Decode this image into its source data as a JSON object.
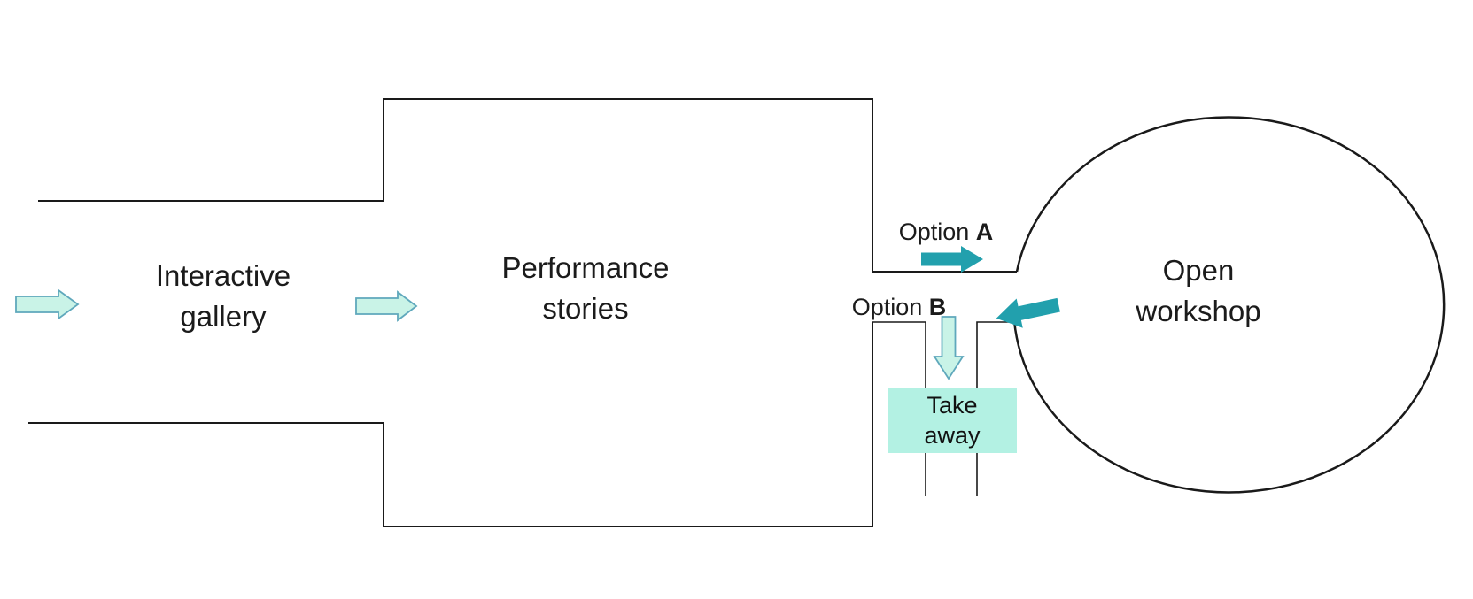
{
  "colors": {
    "wall": "#1a1a1a",
    "accent_teal": "#22a0ad",
    "light_arrow_fill": "#c9f3e7",
    "light_arrow_border": "#5fa8bc",
    "takeaway_fill": "#b3f1e3"
  },
  "rooms": {
    "interactive_gallery": {
      "label": "Interactive\ngallery"
    },
    "performance_stories": {
      "label": "Performance\nstories"
    },
    "open_workshop": {
      "label": "Open\nworkshop"
    },
    "take_away": {
      "label": "Take\naway"
    }
  },
  "options": {
    "a": {
      "prefix": "Option ",
      "letter": "A"
    },
    "b": {
      "prefix": "Option ",
      "letter": "B"
    }
  }
}
